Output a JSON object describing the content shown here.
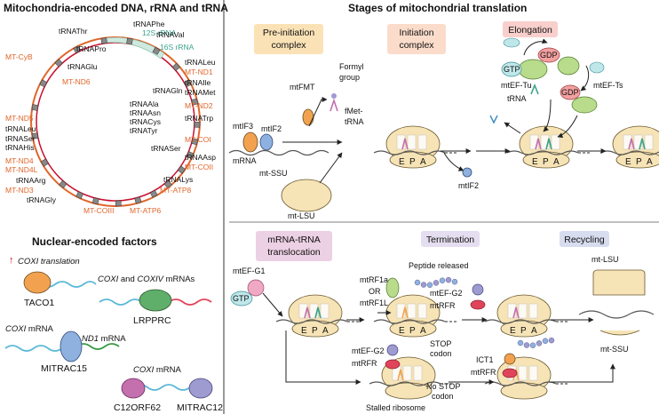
{
  "titles": {
    "left_top": "Mitochondria-encoded DNA, rRNA and tRNA",
    "left_bottom": "Nuclear-encoded factors",
    "right": "Stages of mitochondrial translation"
  },
  "mtdna": {
    "left_labels": [
      {
        "text": "tRNAThr",
        "c": "tr"
      },
      {
        "text": "tRNAPro",
        "c": "tr"
      },
      {
        "text": "MT-CyB",
        "c": "or"
      },
      {
        "text": "tRNAGlu",
        "c": "tr"
      },
      {
        "text": "MT-ND6",
        "c": "or"
      },
      {
        "text": "MT-ND5",
        "c": "or"
      },
      {
        "text": "tRNALeu",
        "c": "tr"
      },
      {
        "text": "tRNASer",
        "c": "tr"
      },
      {
        "text": "tRNAHis",
        "c": "tr"
      },
      {
        "text": "MT-ND4",
        "c": "or"
      },
      {
        "text": "MT-ND4L",
        "c": "or"
      },
      {
        "text": "tRNAArg",
        "c": "tr"
      },
      {
        "text": "MT-ND3",
        "c": "or"
      },
      {
        "text": "tRNAGly",
        "c": "tr"
      },
      {
        "text": "MT-COIII",
        "c": "or"
      },
      {
        "text": "MT-ATP6",
        "c": "or"
      }
    ],
    "right_labels": [
      {
        "text": "tRNAPhe",
        "c": "tr"
      },
      {
        "text": "12S rRNA",
        "c": "gr"
      },
      {
        "text": "tRNAVal",
        "c": "tr"
      },
      {
        "text": "16S rRNA",
        "c": "gr"
      },
      {
        "text": "tRNALeu",
        "c": "tr"
      },
      {
        "text": "MT-ND1",
        "c": "or"
      },
      {
        "text": "tRNAIle",
        "c": "tr"
      },
      {
        "text": "tRNAGln",
        "c": "tr"
      },
      {
        "text": "tRNAMet",
        "c": "tr"
      },
      {
        "text": "MT-ND2",
        "c": "or"
      },
      {
        "text": "tRNAAla",
        "c": "tr"
      },
      {
        "text": "tRNAAsn",
        "c": "tr"
      },
      {
        "text": "tRNACys",
        "c": "tr"
      },
      {
        "text": "tRNATyr",
        "c": "tr"
      },
      {
        "text": "tRNATrp",
        "c": "tr"
      },
      {
        "text": "MT-COI",
        "c": "or"
      },
      {
        "text": "tRNASer",
        "c": "tr"
      },
      {
        "text": "tRNAAsp",
        "c": "tr"
      },
      {
        "text": "MT-COII",
        "c": "or"
      },
      {
        "text": "tRNALys",
        "c": "tr"
      },
      {
        "text": "MT-ATP8",
        "c": "or"
      }
    ]
  },
  "factors": {
    "taco1_note": "COXI translation",
    "taco1": "TACO1",
    "lrpprc_note_a": "COXI",
    "lrpprc_note_b": " and ",
    "lrpprc_note_c": "COXIV",
    "lrpprc_note_d": " mRNAs",
    "lrpprc": "LRPPRC",
    "mitrac15_note_a": "COXI",
    "mitrac15_note_b": " mRNA",
    "mitrac15_note_c": "ND1",
    "mitrac15_note_d": " mRNA",
    "mitrac15": "MITRAC15",
    "pair_note_a": "COXI",
    "pair_note_b": " mRNA",
    "c12": "C12ORF62",
    "mitrac12": "MITRAC12"
  },
  "stages": {
    "preinit": [
      "Pre-initiation",
      "complex"
    ],
    "init": [
      "Initiation",
      "complex"
    ],
    "elong": "Elongation",
    "transloc": [
      "mRNA-tRNA",
      "translocation"
    ],
    "term": "Termination",
    "recyc": "Recycling"
  },
  "colors": {
    "preinit": "#fbe2b6",
    "init": "#fbdccb",
    "elong": "#f8cfcc",
    "transloc": "#ecd0e4",
    "term": "#e4def0",
    "recyc": "#d8dcef",
    "ribosome": "#f6e3b6",
    "orange_text": "#e0662b",
    "green_text": "#3aa38c"
  },
  "labels": {
    "mtif3": "mtIF3",
    "mtif2": "mtIF2",
    "mrna": "mRNA",
    "mtssu": "mt-SSU",
    "mtlsu": "mt-LSU",
    "mtfmt": "mtFMT",
    "formyl": [
      "Formyl",
      "group"
    ],
    "fmet": [
      "fMet-",
      "tRNA"
    ],
    "mtif2b": "mtIF2",
    "gtp": "GTP",
    "gdp": "GDP",
    "mteftu": "mtEF-Tu",
    "trna": "tRNA",
    "mtefts": "mtEF-Ts",
    "mtefg1": "mtEF-G1",
    "mtrf1a": "mtRF1a",
    "or": "OR",
    "mtrf1l": "mtRF1L",
    "peptide": "Peptide released",
    "mtefg2": "mtEF-G2",
    "mtrfr": "mtRFR",
    "stop": [
      "STOP",
      "codon"
    ],
    "mtefg2b": "mtEF-G2",
    "mtrfrb": "mtRFR",
    "nostop": [
      "No STOP",
      "codon"
    ],
    "stalled": "Stalled ribosome",
    "ict1": "ICT1",
    "mtrfrc": "mtRFR",
    "mtlsu2": "mt-LSU",
    "mtssu2": "mt-SSU",
    "epa": [
      "E",
      "P",
      "A"
    ]
  }
}
